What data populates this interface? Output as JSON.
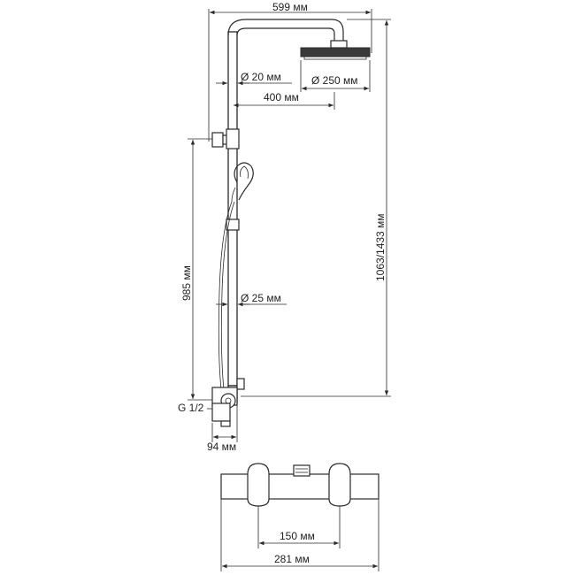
{
  "dimensions": {
    "overall_width": "599 мм",
    "arm_diameter": "Ø 20 мм",
    "head_diameter": "Ø 250 мм",
    "arm_length": "400 мм",
    "height": "1063/1433 мм",
    "rail_height": "985 мм",
    "rail_diameter": "Ø 25 мм",
    "inlet": "G 1/2",
    "wall_offset": "94 мм",
    "inlet_spacing": "150 мм",
    "mixer_width": "281 мм"
  },
  "colors": {
    "line": "#2a2a2a",
    "background": "#ffffff"
  }
}
